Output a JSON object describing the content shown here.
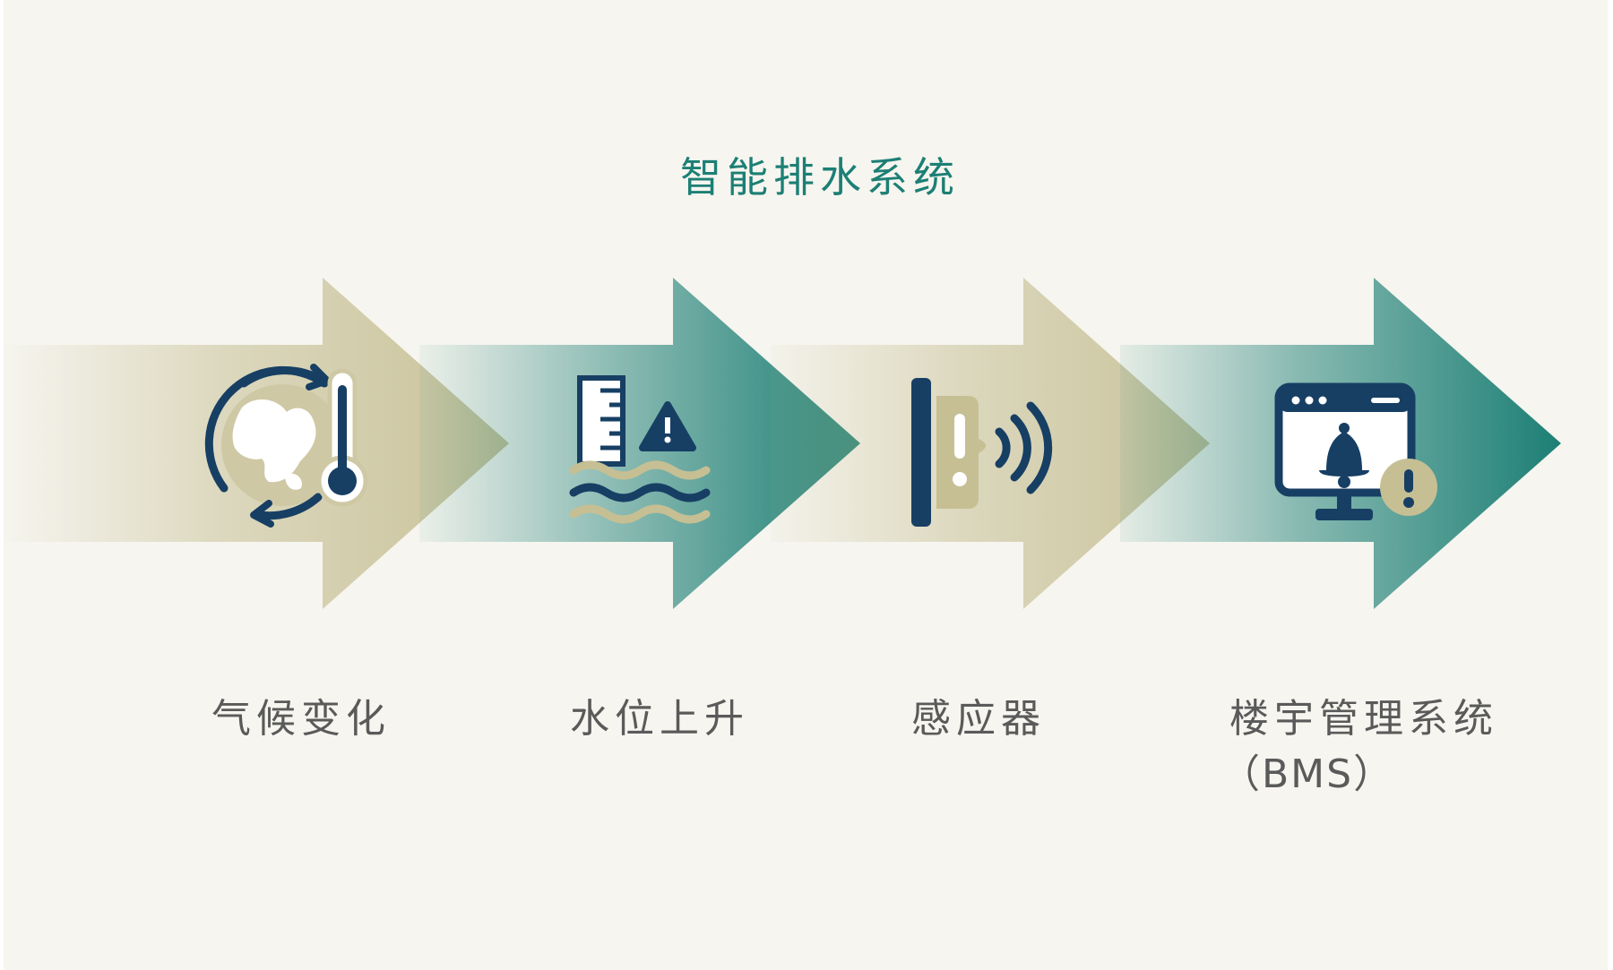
{
  "title": "智能排水系统",
  "steps": [
    {
      "label": "气候变化",
      "icon": "climate-change-icon"
    },
    {
      "label": "水位上升",
      "icon": "water-level-rising-icon"
    },
    {
      "label": "感应器",
      "icon": "sensor-icon"
    },
    {
      "label": "楼宇管理系统",
      "sublabel": "（BMS）",
      "icon": "building-management-system-icon"
    }
  ],
  "colors": {
    "background": "#f6f5ef",
    "title": "#1c7f75",
    "beige": "#c6bf94",
    "teal": "#1c7f75",
    "navy": "#173f64",
    "label": "#5a5a5a"
  }
}
